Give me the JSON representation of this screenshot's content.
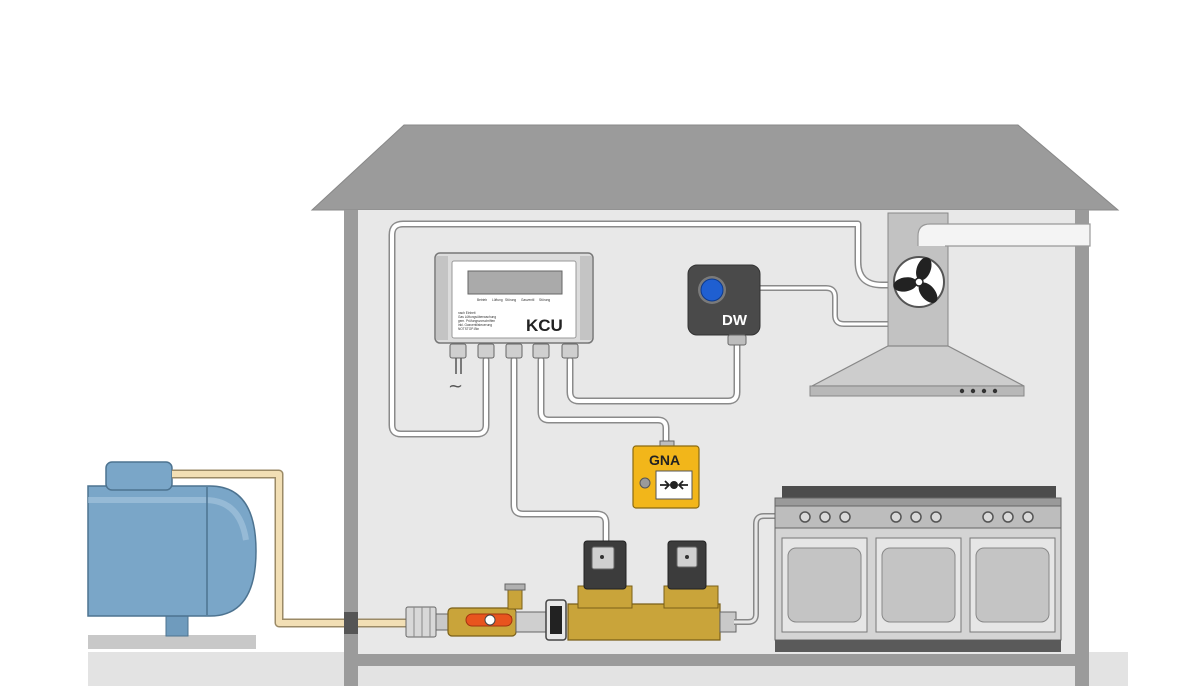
{
  "labels": {
    "control_unit": "KCU",
    "air_pressure_switch": "DW",
    "emergency_button": "GNA",
    "power_symbol": "~"
  },
  "kcu_panel": {
    "status_legend": [
      "Betrieb",
      "Lüftung",
      "Störung",
      "Gasventil",
      "Störung"
    ],
    "info_lines": [
      "nach Einheit",
      "Gas Lüftungsüberwachung",
      "gem. Prüfungsvorschriften",
      "inkl. Gasventilsteuerung",
      "NOTSTOP-Btn"
    ]
  },
  "colors": {
    "house": "#9b9b9b",
    "wall_interior": "#e8e8e8",
    "cable": "#a9a9a9",
    "gas_pipe": "#f2dfb5",
    "tank": "#7aa6c8",
    "dw_button": "#1f5fd1",
    "gna_box": "#f2b61a",
    "valve_handle": "#e8541e",
    "brass": "#c9a43a"
  },
  "icons": [
    "fan-icon",
    "emergency-stop-icon",
    "power-ac-icon"
  ]
}
